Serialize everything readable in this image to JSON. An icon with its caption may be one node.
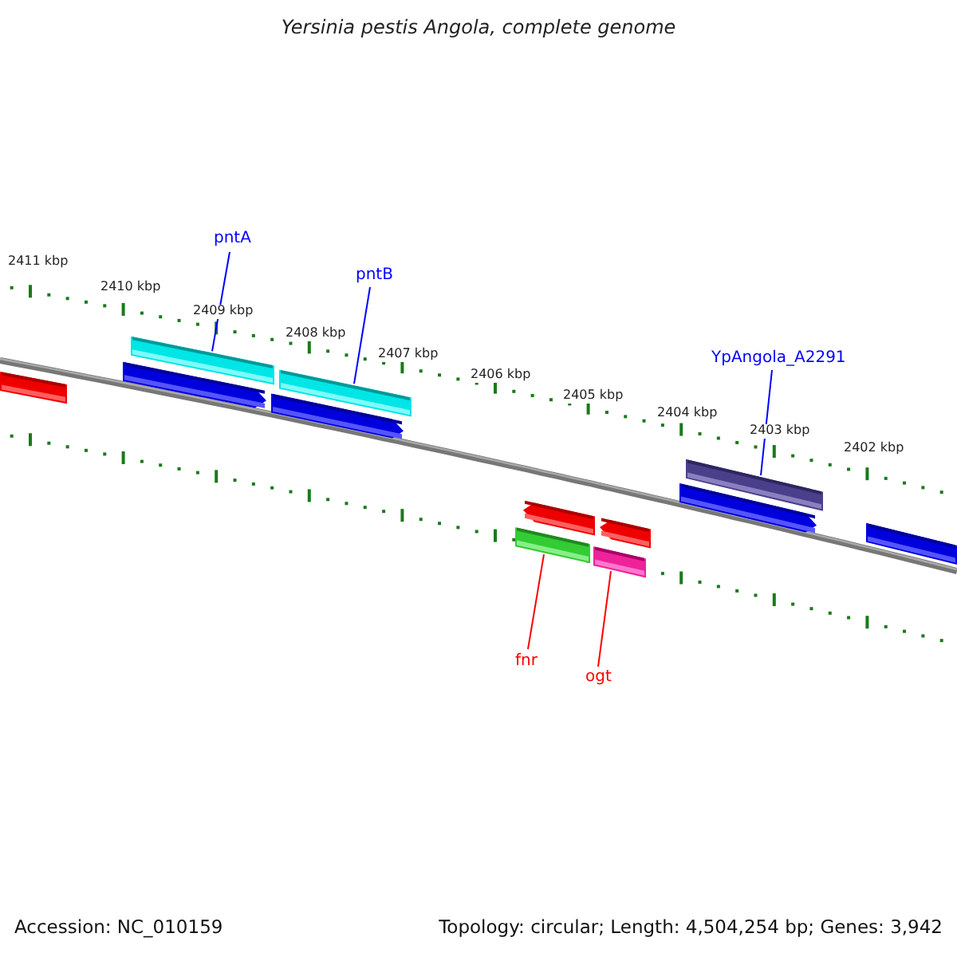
{
  "diagram": {
    "title": "Yersinia pestis Angola, complete genome",
    "nodes": [
      {
        "text": [
          "pntA"
        ]
      },
      {
        "text": [],
        "shape": "bar"
      },
      {
        "text": [
          "pntB"
        ]
      },
      {
        "text": [],
        "shape": "bar"
      },
      {
        "text": [
          "YpAngola_A2291"
        ]
      },
      {
        "text": [],
        "shape": "bar"
      },
      {
        "text": [
          "fnr"
        ]
      },
      {
        "text": [],
        "shape": "bar"
      },
      {
        "text": [
          "ogt"
        ]
      },
      {
        "text": [],
        "shape": "bar"
      },
      {
        "text": [],
        "shape": "bar"
      },
      {
        "text": [],
        "shape": "arrow"
      },
      {
        "text": [],
        "shape": "arrow"
      },
      {
        "text": [],
        "shape": "arrow"
      },
      {
        "text": [],
        "shape": "arrow"
      },
      {
        "text": [],
        "shape": "arrow"
      },
      {
        "text": [],
        "shape": "bar"
      }
    ],
    "edges": [
      {
        "from": 0,
        "to": 1,
        "arrow": "none"
      },
      {
        "from": 2,
        "to": 3,
        "arrow": "none"
      },
      {
        "from": 4,
        "to": 5,
        "arrow": "none"
      },
      {
        "from": 6,
        "to": 7,
        "arrow": "none",
        "color": "#ff0000"
      },
      {
        "from": 8,
        "to": 9,
        "arrow": "none",
        "color": "#ff0000"
      }
    ],
    "labels": [
      "2411 kbp",
      "2410 kbp",
      "2409 kbp",
      "2408 kbp",
      "2407 kbp",
      "2406 kbp",
      "2405 kbp",
      "2404 kbp",
      "2403 kbp",
      "2402 kbp",
      "Accession: NC_010159",
      "Topology: circular; Length: 4,504,254 bp; Genes: 3,942"
    ]
  }
}
